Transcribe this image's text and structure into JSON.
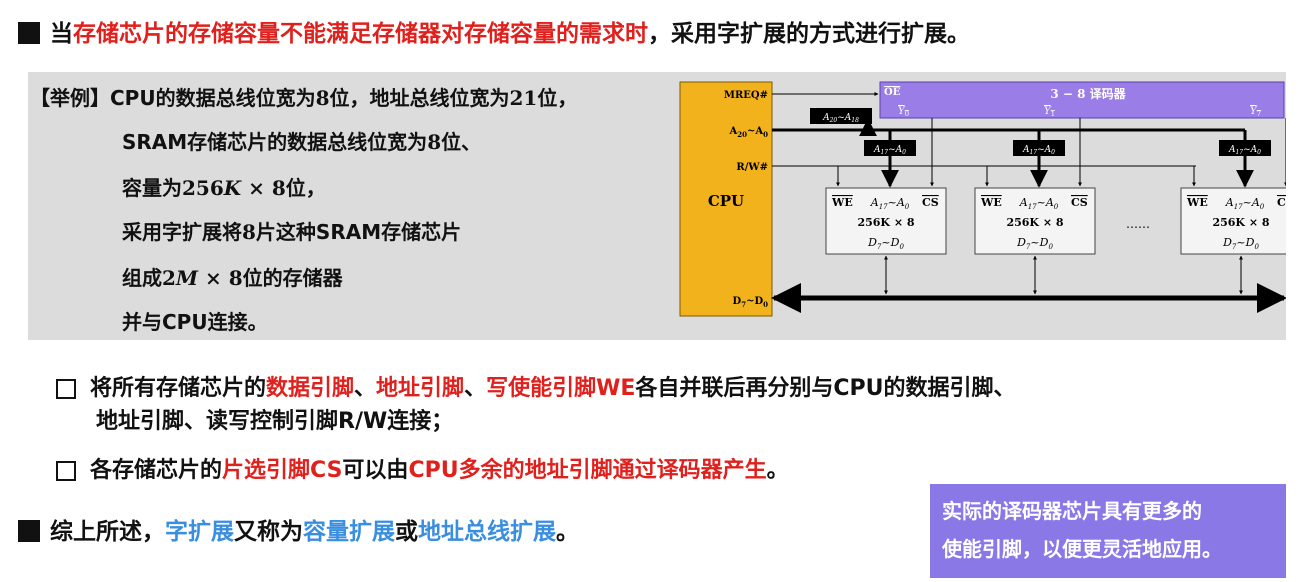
{
  "heading": {
    "prefix": "当",
    "highlight": "存储芯片的存储容量不能满足存储器对存储容量的需求时",
    "suffix": "，采用字扩展的方式进行扩展。"
  },
  "example": {
    "tag": "【举例】",
    "line1_a": "CPU的数据总线位宽为",
    "line1_n1": "8",
    "line1_b": "位，地址总线位宽为",
    "line1_n2": "21",
    "line1_c": "位，",
    "line2_a": "SRAM存储芯片的数据总线位宽为",
    "line2_n": "8",
    "line2_b": "位、",
    "line3_a": "容量为",
    "line3_m1": "256",
    "line3_m2": "K",
    "line3_m3": " × 8",
    "line3_b": "位，",
    "line4_a": "采用字扩展将",
    "line4_n": "8",
    "line4_b": "片这种SRAM存储芯片",
    "line5_a": "组成",
    "line5_m1": "2",
    "line5_m2": "M",
    "line5_m3": " × 8",
    "line5_b": "位的存储器",
    "line6": "并与CPU连接。"
  },
  "diagram": {
    "cpu_label": "CPU",
    "mreq": "MREQ#",
    "addr": "A20~A0",
    "rw": "R/W#",
    "data": "D7~D0",
    "decoder_title": "3 − 8 译码器",
    "decoder_oe": "OE",
    "y0": "Y0",
    "y1": "Y1",
    "y7": "Y7",
    "addr_high": "A20~A18",
    "addr_low": "A17~A0",
    "chip_we": "WE",
    "chip_cs": "CS",
    "chip_addr": "A17~A0",
    "chip_cap": "256K × 8",
    "chip_data": "D7~D0",
    "ellipsis": "……"
  },
  "bullet1": {
    "p1": "将所有存储芯片的",
    "r1": "数据引脚",
    "s1": "、",
    "r2": "地址引脚",
    "s2": "、",
    "r3": "写使能引脚WE",
    "p2": "各自并联后再分别与CPU的数据引脚、",
    "line2": "地址引脚、读写控制引脚R/W连接；"
  },
  "bullet2": {
    "p1": "各存储芯片的",
    "r1": "片选引脚CS",
    "p2": "可以由",
    "r2": "CPU多余的地址引脚通过译码器产生",
    "p3": "。"
  },
  "summary": {
    "p1": "综上所述，",
    "b1": "字扩展",
    "p2": "又称为",
    "b2": "容量扩展",
    "p3": "或",
    "b3": "地址总线扩展",
    "p4": "。"
  },
  "note": {
    "line1": "实际的译码器芯片具有更多的",
    "line2": "使能引脚，以便更灵活地应用。"
  },
  "colors": {
    "red": "#e0201c",
    "blue": "#3a8ee0",
    "cpu_fill": "#f2b21c",
    "decoder_fill": "#9b7de8",
    "note_fill": "#8a78e6",
    "panel_bg": "#dcdcdc"
  }
}
